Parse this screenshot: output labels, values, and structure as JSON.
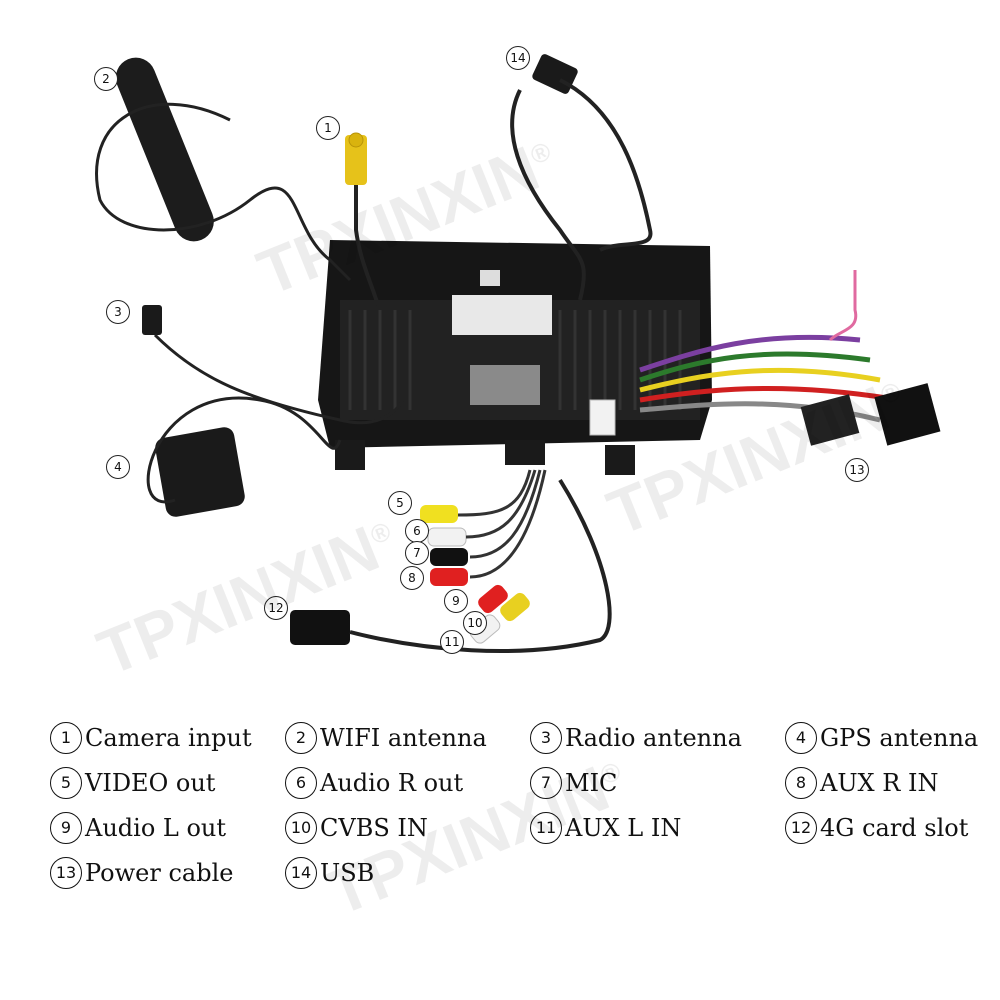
{
  "callouts": [
    "1",
    "2",
    "3",
    "4",
    "5",
    "6",
    "7",
    "8",
    "9",
    "10",
    "11",
    "12",
    "13",
    "14"
  ],
  "legend": [
    {
      "num": "1",
      "label": "Camera input"
    },
    {
      "num": "2",
      "label": "WIFI antenna"
    },
    {
      "num": "3",
      "label": "Radio antenna"
    },
    {
      "num": "4",
      "label": "GPS antenna"
    },
    {
      "num": "5",
      "label": "VIDEO out"
    },
    {
      "num": "6",
      "label": "Audio R out"
    },
    {
      "num": "7",
      "label": "MIC"
    },
    {
      "num": "8",
      "label": "AUX R IN"
    },
    {
      "num": "9",
      "label": "Audio L out"
    },
    {
      "num": "10",
      "label": "CVBS IN"
    },
    {
      "num": "11",
      "label": "AUX L IN"
    },
    {
      "num": "12",
      "label": "4G card slot"
    },
    {
      "num": "13",
      "label": "Power cable"
    },
    {
      "num": "14",
      "label": "USB"
    }
  ],
  "watermark": {
    "text": "TPXINXIN",
    "mark": "®"
  }
}
